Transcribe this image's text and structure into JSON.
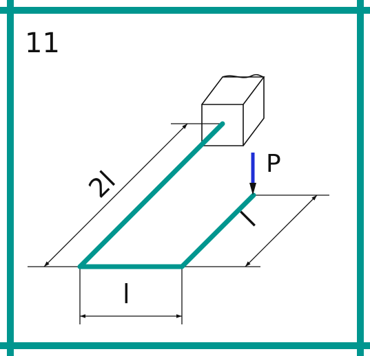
{
  "problem_number": "11",
  "labels": {
    "length_diagonal": "2l",
    "length_bottom": "l",
    "length_side": "l",
    "load": "P"
  },
  "colors": {
    "frame": "#00968f",
    "beam": "#00968f",
    "load_arrow": "#1f2fd6",
    "ink": "#111111",
    "background": "#ffffff"
  }
}
